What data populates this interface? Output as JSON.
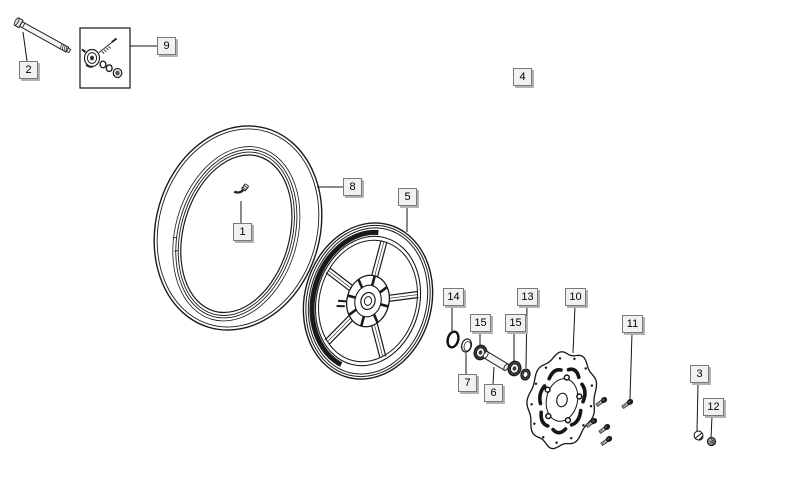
{
  "colors": {
    "line": "#1a1a1a",
    "background": "#ffffff",
    "callout_bg": "#f1f1f1",
    "callout_border": "#787878",
    "callout_shadow": "#b2b2b2",
    "callout_text": "#000000"
  },
  "callouts": [
    {
      "label": "2"
    },
    {
      "label": "9"
    },
    {
      "label": "4"
    },
    {
      "label": "8"
    },
    {
      "label": "1"
    },
    {
      "label": "5"
    },
    {
      "label": "14"
    },
    {
      "label": "15"
    },
    {
      "label": "15"
    },
    {
      "label": "13"
    },
    {
      "label": "10"
    },
    {
      "label": "11"
    },
    {
      "label": "7"
    },
    {
      "label": "6"
    },
    {
      "label": "3"
    },
    {
      "label": "12"
    }
  ]
}
